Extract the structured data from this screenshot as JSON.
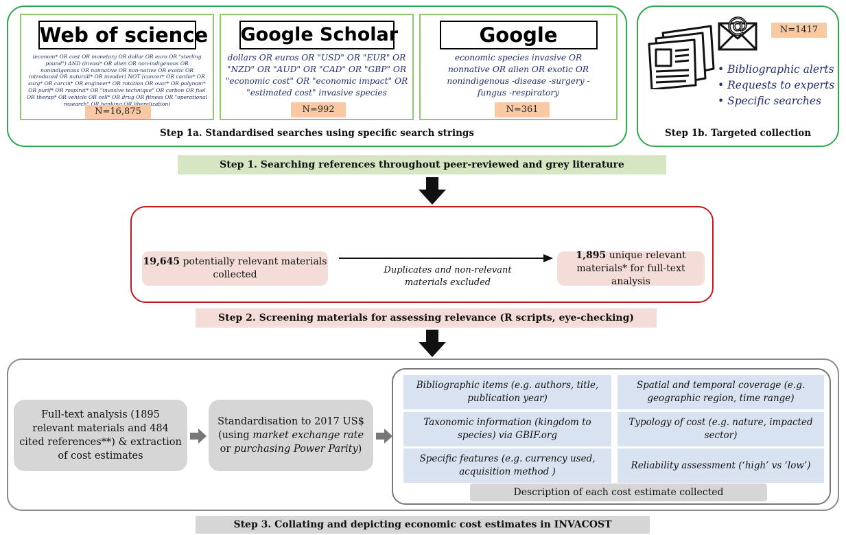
{
  "step1": {
    "engines": [
      {
        "title": "Web of science",
        "query": "(econom* OR cost OR monetary OR dollar OR euro OR \"sterling pound\") AND (invasi* OR alien OR non-indigenous OR nonindigenous OR nonnative OR non-native OR exotic OR introduced OR naturali* OR invader) NOT (cancer* OR cardio* OR surg* OR carcin* OR engineer* OR rotation OR ovar* OR polynom* OR purif* OR respirat* OR \"invasive technique\" OR carbon OR fuel OR therap* OR vehicle OR cell* OR drug OR fitness OR \"operational research\" OR banking OR liberalization)",
        "count": "N=16,875"
      },
      {
        "title": "Google Scholar",
        "query": "dollars OR euros OR \"USD\" OR \"EUR\" OR \"NZD\" OR \"AUD\" OR \"CAD\" OR \"GBP\" OR \"economic cost\" OR \"economic impact\" OR \"estimated cost\" invasive species",
        "count": "N=992"
      },
      {
        "title": "Google",
        "query": "economic species invasive OR nonnative OR alien OR exotic OR nonindigenous -disease -surgery -fungus -respiratory",
        "count": "N=361"
      }
    ],
    "step1a_caption": "Step 1a. Standardised searches using specific search strings",
    "targeted": {
      "count": "N=1417",
      "items": [
        "Bibliographic alerts",
        "Requests to experts",
        "Specific searches"
      ],
      "caption": "Step 1b. Targeted collection"
    },
    "label": "Step 1. Searching references throughout peer-reviewed and grey literature"
  },
  "step2": {
    "left_bold": "19,645",
    "left_text": " potentially relevant materials collected",
    "arrow_text": "Duplicates and non-relevant materials excluded",
    "right_bold": "1,895",
    "right_text": " unique relevant materials* for full-text analysis",
    "label": "Step 2. Screening materials for assessing relevance (R scripts, eye-checking)"
  },
  "step3": {
    "fulltext": "Full-text analysis (1895 relevant materials and 484 cited references**) & extraction of cost estimates",
    "standard_1": "Standardisation to 2017 US$ (using ",
    "standard_em1": "market exchange rate",
    "standard_2": " or ",
    "standard_em2": "purchasing Power Parity",
    "standard_3": ")",
    "cells": [
      "Bibliographic items (e.g. authors, title, publication year)",
      "Spatial and temporal coverage (e.g. geographic region, time range)",
      "Taxonomic information (kingdom to species) via GBIF.org",
      "Typology of cost (e.g. nature, impacted sector)",
      "Specific features (e.g. currency used, acquisition method )",
      "Reliability assessment (‘high’ vs ‘low’)"
    ],
    "description": "Description of each cost estimate collected",
    "label": "Step 3. Collating and depicting economic cost estimates in INVACOST"
  },
  "colors": {
    "green_border": "#2ea84a",
    "light_green_border": "#8cc96b",
    "step1_label_bg": "#d6e6c2",
    "count_bg": "#f9c9a3",
    "red_border": "#c0191b",
    "pink_bg": "#f4dcd8",
    "grey_box": "#d6d6d6",
    "blue_cell": "#d9e2f1",
    "query_text": "#1f2f6b"
  },
  "icons": [
    "newspaper-icon",
    "envelope-at-icon",
    "arrow-down-icon",
    "arrow-right-icon"
  ]
}
